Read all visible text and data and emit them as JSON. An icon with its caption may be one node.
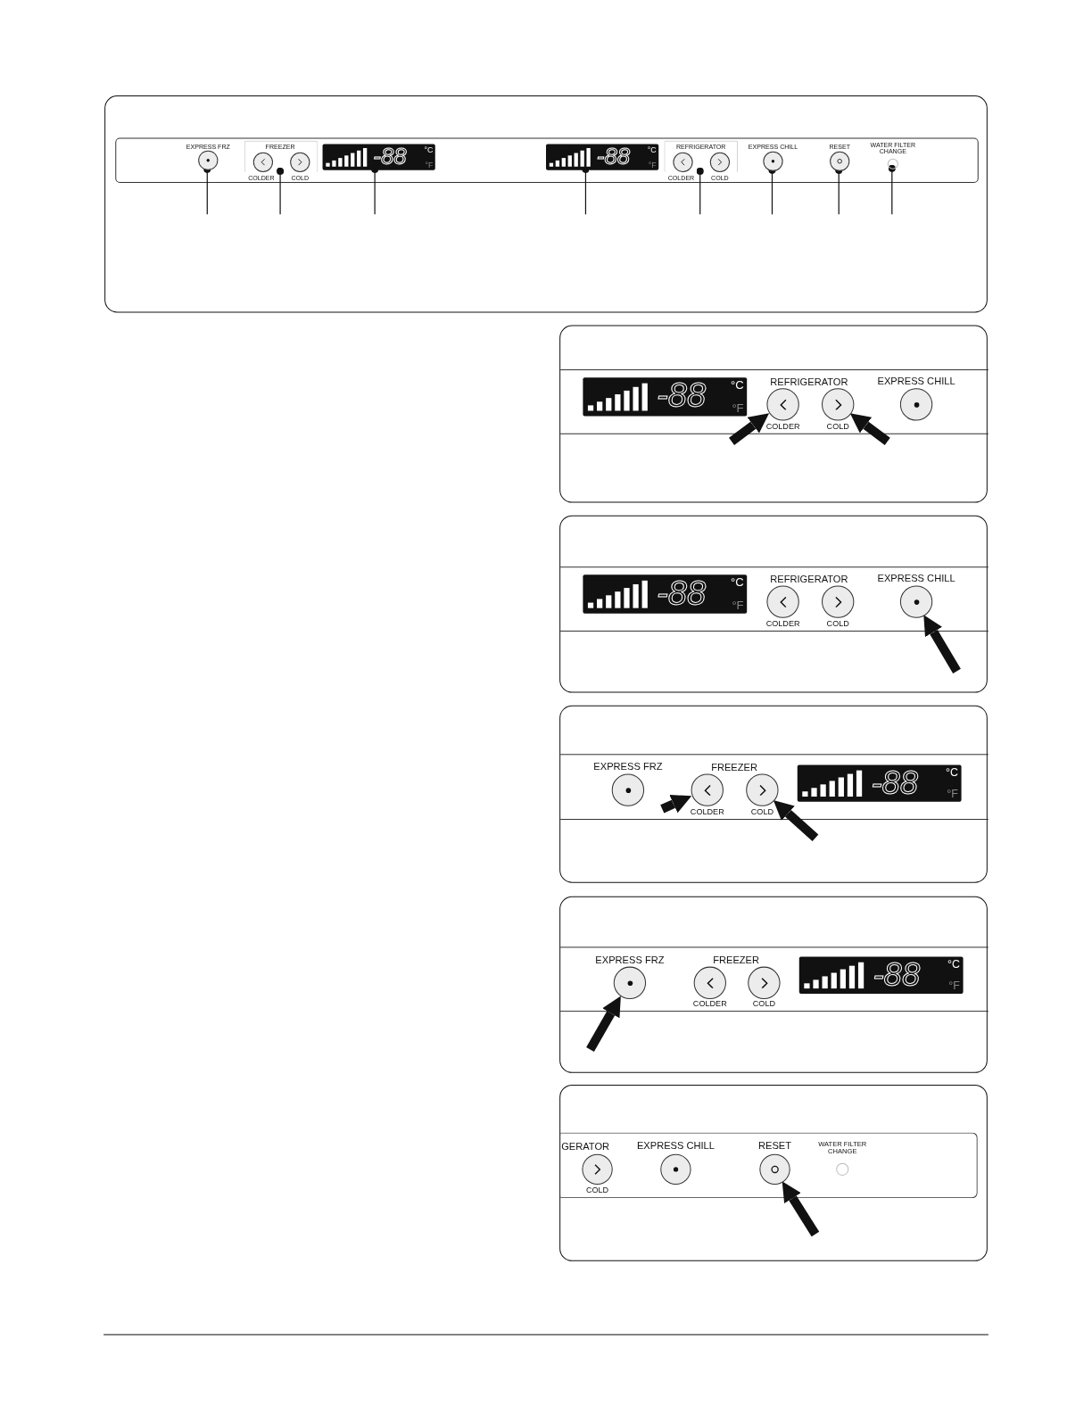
{
  "diagram": {
    "nodes": [
      {
        "text": [],
        "shape": "box"
      },
      {
        "text": [],
        "shape": "circle",
        "in": 0
      },
      {
        "text": [],
        "shape": "box",
        "in": 0
      },
      {
        "text": [],
        "shape": "circle",
        "in": 2
      },
      {
        "text": [],
        "shape": "circle",
        "in": 2
      },
      {
        "text": [],
        "shape": "box",
        "in": 0
      },
      {
        "text": [],
        "shape": "box",
        "in": 0
      },
      {
        "text": [],
        "shape": "box",
        "in": 0
      },
      {
        "text": [],
        "shape": "circle",
        "in": 7
      },
      {
        "text": [],
        "shape": "circle",
        "in": 7
      },
      {
        "text": [],
        "shape": "circle",
        "in": 0
      },
      {
        "text": [],
        "shape": "circle",
        "in": 0
      },
      {
        "text": [],
        "shape": "circle",
        "in": 0
      },
      {
        "text": [],
        "shape": "box"
      },
      {
        "text": [],
        "shape": "box",
        "in": 13
      },
      {
        "text": [],
        "shape": "circle",
        "in": 13
      },
      {
        "text": [],
        "shape": "circle",
        "in": 13
      },
      {
        "text": [],
        "shape": "circle",
        "in": 13
      },
      {
        "text": [],
        "shape": "box"
      },
      {
        "text": [],
        "shape": "box",
        "in": 18
      },
      {
        "text": [],
        "shape": "circle",
        "in": 18
      },
      {
        "text": [],
        "shape": "circle",
        "in": 18
      },
      {
        "text": [],
        "shape": "circle",
        "in": 18
      },
      {
        "text": [],
        "shape": "box"
      },
      {
        "text": [],
        "shape": "circle",
        "in": 23
      },
      {
        "text": [],
        "shape": "circle",
        "in": 23
      },
      {
        "text": [],
        "shape": "circle",
        "in": 23
      },
      {
        "text": [],
        "shape": "box",
        "in": 23
      },
      {
        "text": [],
        "shape": "box"
      },
      {
        "text": [],
        "shape": "circle",
        "in": 28
      },
      {
        "text": [],
        "shape": "circle",
        "in": 28
      },
      {
        "text": [],
        "shape": "circle",
        "in": 28
      },
      {
        "text": [],
        "shape": "box",
        "in": 28
      },
      {
        "text": [],
        "shape": "box"
      },
      {
        "text": [],
        "shape": "circle",
        "in": 33
      },
      {
        "text": [],
        "shape": "circle",
        "in": 33
      },
      {
        "text": [],
        "shape": "circle",
        "in": 33
      },
      {
        "text": [],
        "shape": "circle",
        "in": 33
      }
    ],
    "edges": [
      {
        "from": null,
        "to": 1,
        "arrow": "other"
      },
      {
        "from": null,
        "to": 2,
        "arrow": "other"
      },
      {
        "from": null,
        "to": 5,
        "arrow": "other"
      },
      {
        "from": null,
        "to": 6,
        "arrow": "other"
      },
      {
        "from": null,
        "to": 7,
        "arrow": "other"
      },
      {
        "from": null,
        "to": 10,
        "arrow": "other"
      },
      {
        "from": null,
        "to": 11,
        "arrow": "other"
      },
      {
        "from": null,
        "to": 12,
        "arrow": "other"
      },
      {
        "from": null,
        "to": 15,
        "arrow": "to",
        "style": "thick"
      },
      {
        "from": null,
        "to": 16,
        "arrow": "to",
        "style": "thick"
      },
      {
        "from": null,
        "to": 22,
        "arrow": "to",
        "style": "thick"
      },
      {
        "from": null,
        "to": 25,
        "arrow": "to",
        "style": "thick"
      },
      {
        "from": null,
        "to": 26,
        "arrow": "to",
        "style": "thick"
      },
      {
        "from": null,
        "to": 29,
        "arrow": "to",
        "style": "thick"
      },
      {
        "from": null,
        "to": 36,
        "arrow": "to",
        "style": "thick"
      }
    ],
    "labels": [
      "EXPRESS FRZ",
      "FREEZER",
      "COLDER",
      "COLD",
      "-88",
      "°C",
      "°F",
      "-88",
      "°C",
      "°F",
      "REFRIGERATOR",
      "COLDER",
      "COLD",
      "EXPRESS CHILL",
      "RESET",
      "WATER FILTER CHANGE",
      "-88",
      "°C",
      "°F",
      "REFRIGERATOR",
      "EXPRESS CHILL",
      "COLDER",
      "COLD",
      "-88",
      "°C",
      "°F",
      "REFRIGERATOR",
      "EXPRESS CHILL",
      "COLDER",
      "COLD",
      "EXPRESS FRZ",
      "FREEZER",
      "-88",
      "°C",
      "°F",
      "COLDER",
      "COLD",
      "EXPRESS FRZ",
      "FREEZER",
      "-88",
      "°C",
      "°F",
      "COLDER",
      "COLD",
      "GERATOR",
      "EXPRESS CHILL",
      "RESET",
      "WATER FILTER CHANGE",
      "COLD"
    ]
  }
}
